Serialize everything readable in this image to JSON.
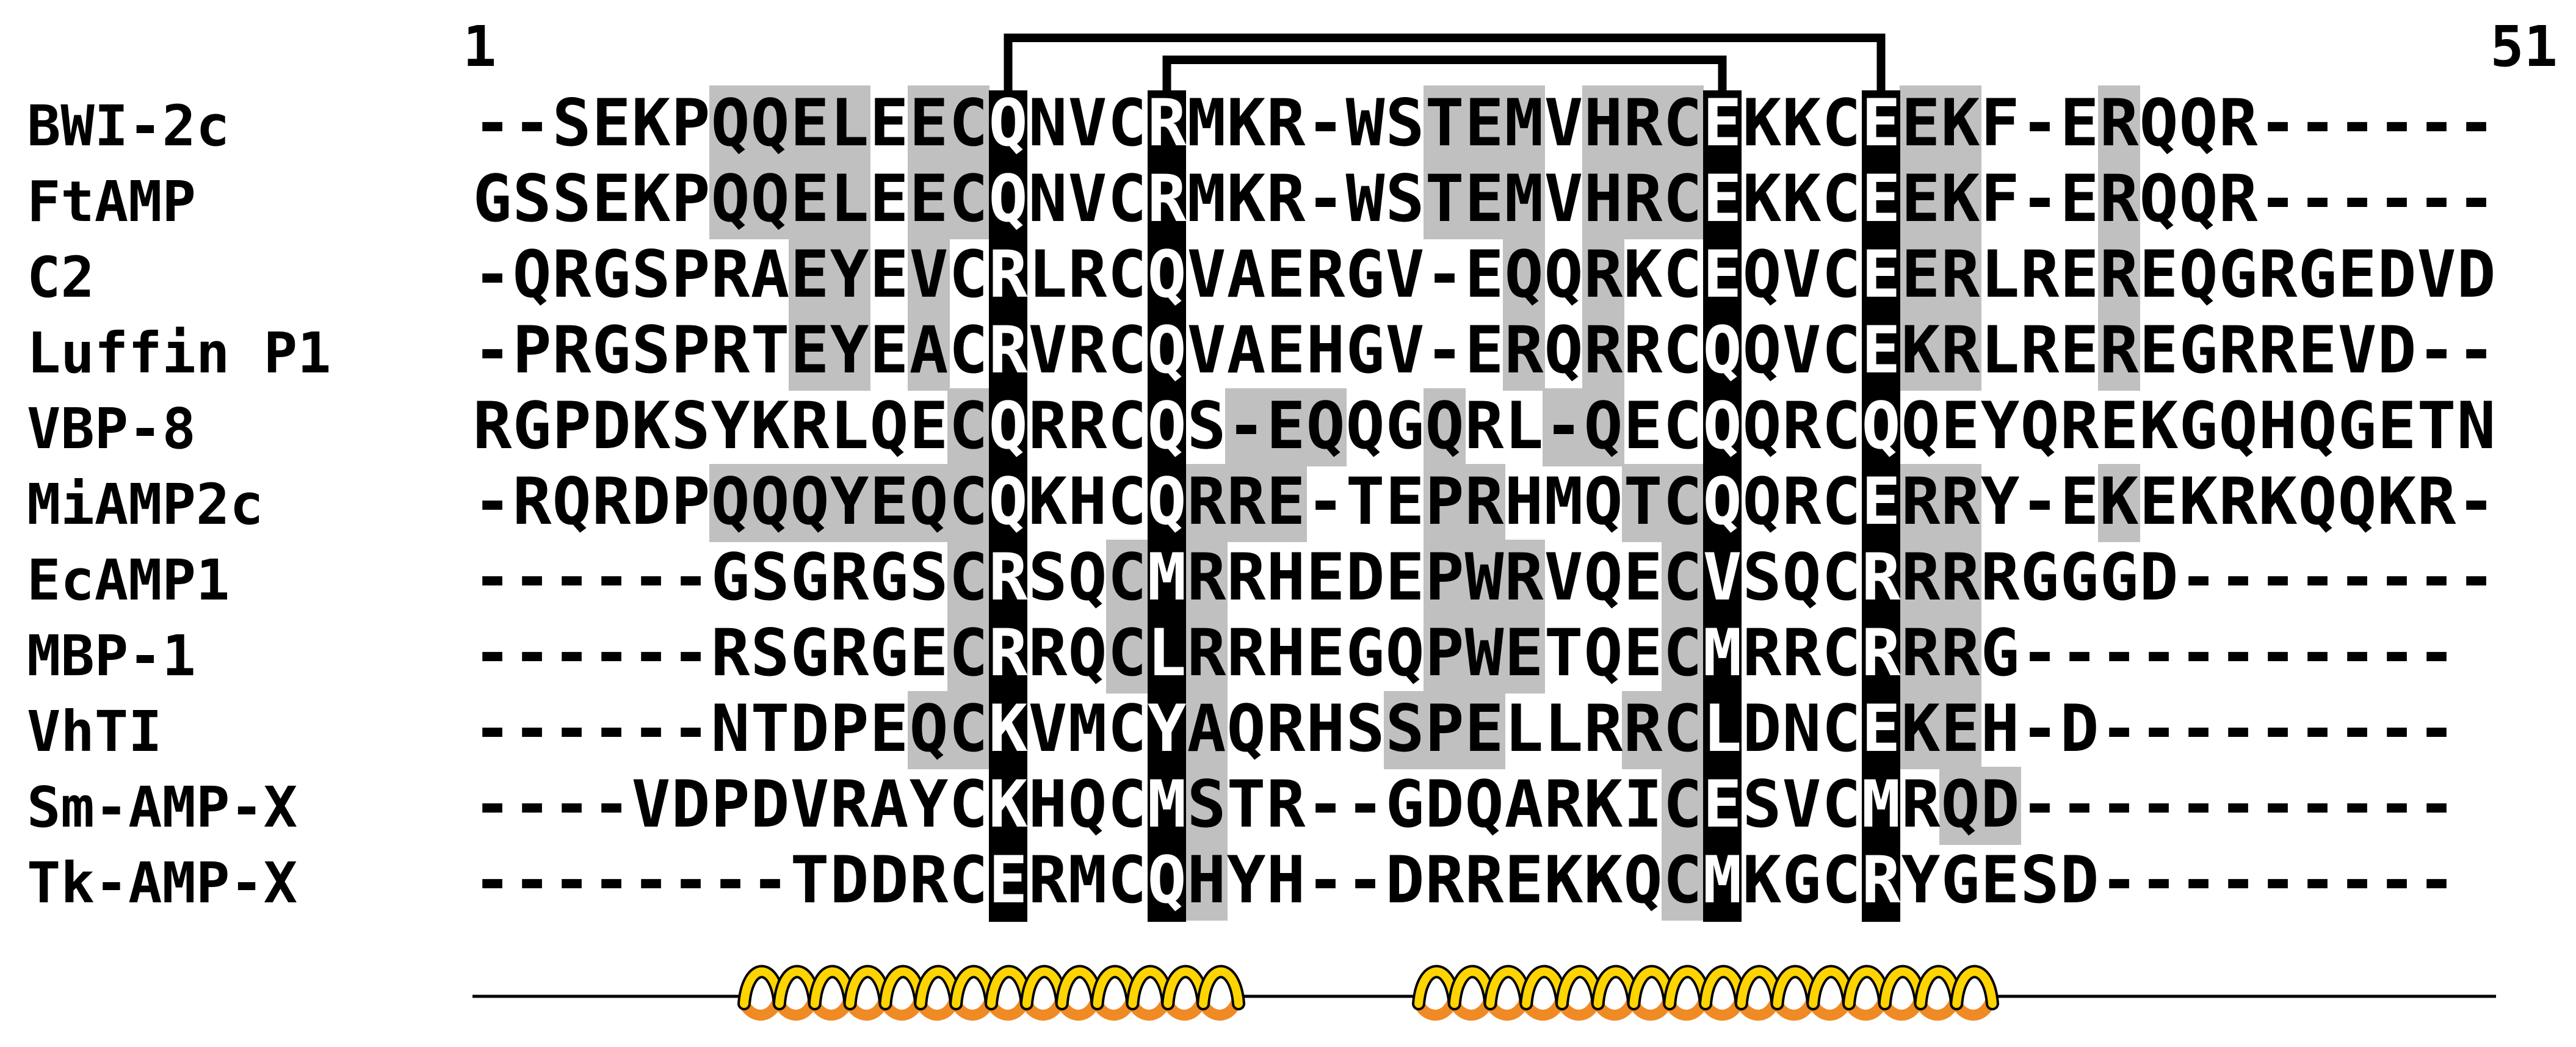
{
  "alignment": {
    "position_start": "1",
    "position_end": "51",
    "rows": [
      {
        "name": "BWI-2c",
        "seq": "--SEKPQQELEECQNVCRMKR-WSTEMVHRCEKKCEEKF-ERQQR------"
      },
      {
        "name": "FtAMP",
        "seq": "GSSEKPQQELEECQNVCRMKR-WSTEMVHRCEKKCEEKF-ERQQR------"
      },
      {
        "name": "C2",
        "seq": "-QRGSPRAEYEVCRLRCQVAERGV-EQQRKCEQVCEERLREREQGRGEDVD"
      },
      {
        "name": "Luffin P1",
        "seq": "-PRGSPRTEYEACRVRCQVAEHGV-ERQRRCQQVCEKRLREREGRREVD--"
      },
      {
        "name": "VBP-8",
        "seq": "RGPDKSYKRLQECQRRCQS-EQQGQRL-QECQQRCQQEYQREKGQHQGETN"
      },
      {
        "name": "MiAMP2c",
        "seq": "-RQRDPQQQYEQCQKHCQRRE-TEPRHMQTCQQRCERRY-EKEKRKQQKR-"
      },
      {
        "name": "EcAMP1",
        "seq": "------GSGRGSCRSQCMRRHEDEPWRVQECVSQCRRRRGGGD--------"
      },
      {
        "name": "MBP-1",
        "seq": "------RSGRGECRRQCLRRHEGQPWETQECMRRCRRRG-----------"
      },
      {
        "name": "VhTI",
        "seq": "------NTDPEQCKVMCYAQRHSSPELLRRCLDNCEKEH-D---------"
      },
      {
        "name": "Sm-AMP-X",
        "seq": "----VDPDVRAYCKHQCMSTR--GDQARKICESVCMRQD-----------"
      },
      {
        "name": "Tk-AMP-X",
        "seq": "--------TDDRCERMCQHYH--DRREKKQCMKGCRYGESD---------"
      }
    ],
    "cysteine_columns": [
      13,
      17,
      31,
      35
    ],
    "disulfide_bonds": [
      [
        13,
        35
      ],
      [
        17,
        31
      ]
    ],
    "helices": [
      [
        7,
        19
      ],
      [
        24,
        38
      ]
    ],
    "shaded_cells": [
      [
        0,
        6
      ],
      [
        0,
        7
      ],
      [
        0,
        8
      ],
      [
        0,
        9
      ],
      [
        0,
        11
      ],
      [
        0,
        12
      ],
      [
        0,
        24
      ],
      [
        0,
        25
      ],
      [
        0,
        26
      ],
      [
        0,
        28
      ],
      [
        0,
        29
      ],
      [
        0,
        30
      ],
      [
        0,
        36
      ],
      [
        0,
        37
      ],
      [
        0,
        41
      ],
      [
        1,
        6
      ],
      [
        1,
        7
      ],
      [
        1,
        8
      ],
      [
        1,
        9
      ],
      [
        1,
        11
      ],
      [
        1,
        12
      ],
      [
        1,
        24
      ],
      [
        1,
        25
      ],
      [
        1,
        26
      ],
      [
        1,
        28
      ],
      [
        1,
        29
      ],
      [
        1,
        30
      ],
      [
        1,
        36
      ],
      [
        1,
        37
      ],
      [
        1,
        41
      ],
      [
        2,
        8
      ],
      [
        2,
        9
      ],
      [
        2,
        11
      ],
      [
        2,
        26
      ],
      [
        2,
        28
      ],
      [
        2,
        36
      ],
      [
        2,
        37
      ],
      [
        2,
        41
      ],
      [
        3,
        8
      ],
      [
        3,
        9
      ],
      [
        3,
        11
      ],
      [
        3,
        26
      ],
      [
        3,
        28
      ],
      [
        3,
        36
      ],
      [
        3,
        37
      ],
      [
        3,
        41
      ],
      [
        4,
        12
      ],
      [
        4,
        19
      ],
      [
        4,
        20
      ],
      [
        4,
        21
      ],
      [
        4,
        24
      ],
      [
        4,
        27
      ],
      [
        4,
        28
      ],
      [
        5,
        6
      ],
      [
        5,
        7
      ],
      [
        5,
        8
      ],
      [
        5,
        9
      ],
      [
        5,
        10
      ],
      [
        5,
        11
      ],
      [
        5,
        12
      ],
      [
        5,
        18
      ],
      [
        5,
        19
      ],
      [
        5,
        20
      ],
      [
        5,
        24
      ],
      [
        5,
        25
      ],
      [
        5,
        29
      ],
      [
        5,
        30
      ],
      [
        5,
        36
      ],
      [
        5,
        37
      ],
      [
        5,
        41
      ],
      [
        6,
        12
      ],
      [
        6,
        16
      ],
      [
        6,
        18
      ],
      [
        6,
        24
      ],
      [
        6,
        25
      ],
      [
        6,
        26
      ],
      [
        6,
        30
      ],
      [
        6,
        36
      ],
      [
        6,
        37
      ],
      [
        7,
        12
      ],
      [
        7,
        16
      ],
      [
        7,
        18
      ],
      [
        7,
        24
      ],
      [
        7,
        25
      ],
      [
        7,
        26
      ],
      [
        7,
        30
      ],
      [
        7,
        36
      ],
      [
        7,
        37
      ],
      [
        8,
        11
      ],
      [
        8,
        12
      ],
      [
        8,
        18
      ],
      [
        8,
        23
      ],
      [
        8,
        24
      ],
      [
        8,
        25
      ],
      [
        8,
        29
      ],
      [
        8,
        30
      ],
      [
        8,
        36
      ],
      [
        8,
        37
      ],
      [
        9,
        18
      ],
      [
        9,
        30
      ],
      [
        9,
        37
      ],
      [
        9,
        38
      ],
      [
        10,
        18
      ],
      [
        10,
        30
      ]
    ],
    "colors": {
      "shade": "#c0c0c0",
      "cysteine_band": "#000000",
      "cysteine_text": "#ffffff",
      "text": "#000000",
      "helix_front": "#ffd400",
      "helix_back": "#f08a24"
    }
  }
}
